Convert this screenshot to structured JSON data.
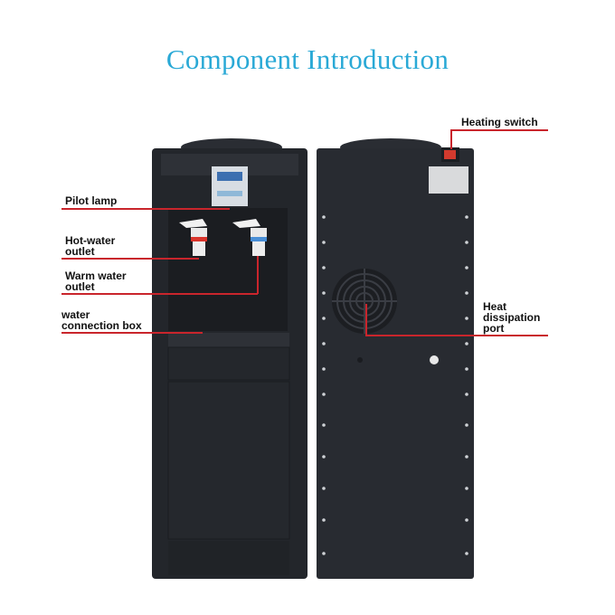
{
  "title": "Component Introduction",
  "labels": {
    "heating_switch": "Heating switch",
    "pilot_lamp": "Pilot lamp",
    "hot_water_outlet_1": "Hot-water",
    "hot_water_outlet_2": "outlet",
    "warm_water_outlet_1": "Warm water",
    "warm_water_outlet_2": "outlet",
    "water_connection_box_1": "water",
    "water_connection_box_2": "connection box",
    "heat_dissipation_1": "Heat",
    "heat_dissipation_2": "dissipation",
    "heat_dissipation_3": "port"
  },
  "colors": {
    "title": "#2aa9d6",
    "callout_line": "#c9252c",
    "body": "#26292f"
  }
}
